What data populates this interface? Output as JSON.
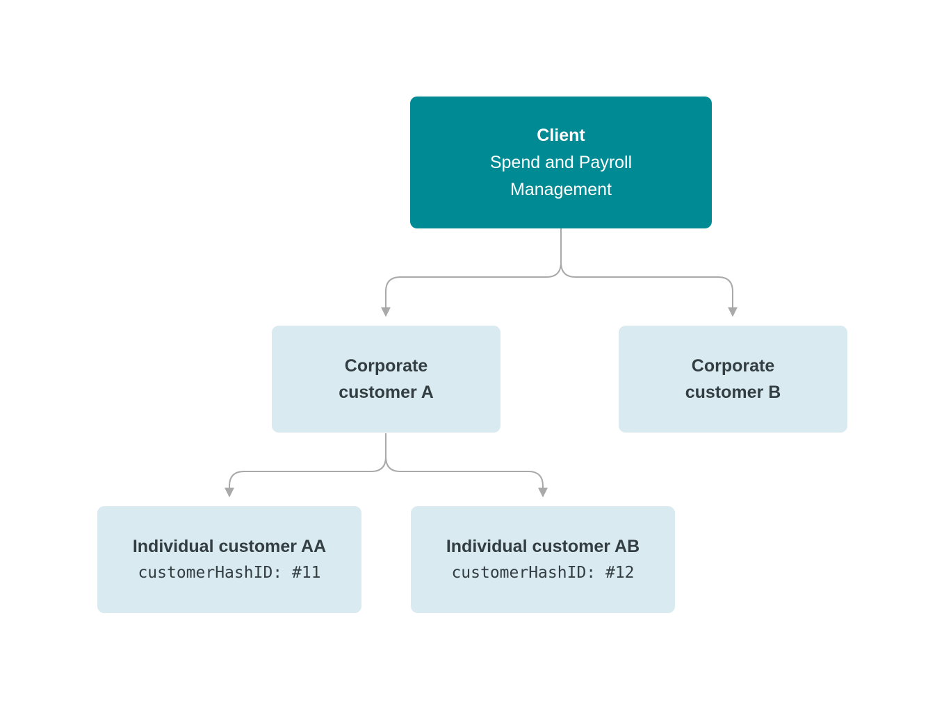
{
  "diagram": {
    "nodes": {
      "client": {
        "title": "Client",
        "subtitle": "Spend and Payroll Management"
      },
      "corporate_a": {
        "title": "Corporate customer A"
      },
      "corporate_b": {
        "title": "Corporate customer B"
      },
      "individual_aa": {
        "title": "Individual customer AA",
        "code": "customerHashID: #11"
      },
      "individual_ab": {
        "title": "Individual customer AB",
        "code": "customerHashID: #12"
      }
    },
    "colors": {
      "root_bg": "#008B94",
      "root_text": "#FFFFFF",
      "child_bg": "#D9EAF0",
      "child_text": "#333E42",
      "connector": "#A9A9A9",
      "canvas_bg": "#FFFFFF"
    }
  }
}
